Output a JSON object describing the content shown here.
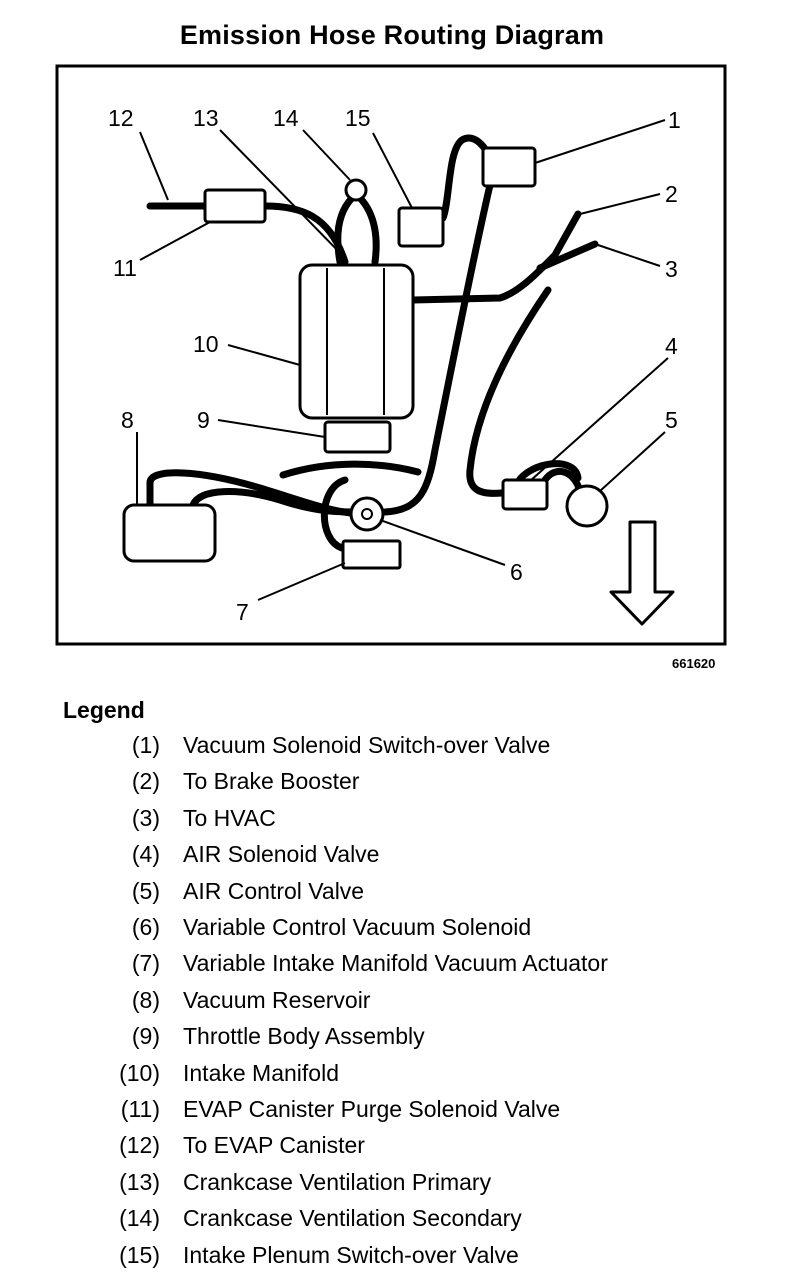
{
  "title": "Emission Hose Routing Diagram",
  "figure_id": "661620",
  "callout_numbers": [
    "1",
    "2",
    "3",
    "4",
    "5",
    "6",
    "7",
    "8",
    "9",
    "10",
    "11",
    "12",
    "13",
    "14",
    "15"
  ],
  "legend": {
    "heading": "Legend",
    "items": [
      {
        "num": "(1)",
        "label": "Vacuum Solenoid Switch-over Valve"
      },
      {
        "num": "(2)",
        "label": "To Brake Booster"
      },
      {
        "num": "(3)",
        "label": "To HVAC"
      },
      {
        "num": "(4)",
        "label": "AIR Solenoid Valve"
      },
      {
        "num": "(5)",
        "label": "AIR Control Valve"
      },
      {
        "num": "(6)",
        "label": "Variable Control Vacuum Solenoid"
      },
      {
        "num": "(7)",
        "label": "Variable Intake Manifold Vacuum Actuator"
      },
      {
        "num": "(8)",
        "label": "Vacuum Reservoir"
      },
      {
        "num": "(9)",
        "label": "Throttle Body Assembly"
      },
      {
        "num": "(10)",
        "label": "Intake Manifold"
      },
      {
        "num": "(11)",
        "label": "EVAP Canister Purge Solenoid Valve"
      },
      {
        "num": "(12)",
        "label": "To EVAP Canister"
      },
      {
        "num": "(13)",
        "label": "Crankcase Ventilation Primary"
      },
      {
        "num": "(14)",
        "label": "Crankcase Ventilation Secondary"
      },
      {
        "num": "(15)",
        "label": "Intake Plenum Switch-over Valve"
      }
    ]
  }
}
